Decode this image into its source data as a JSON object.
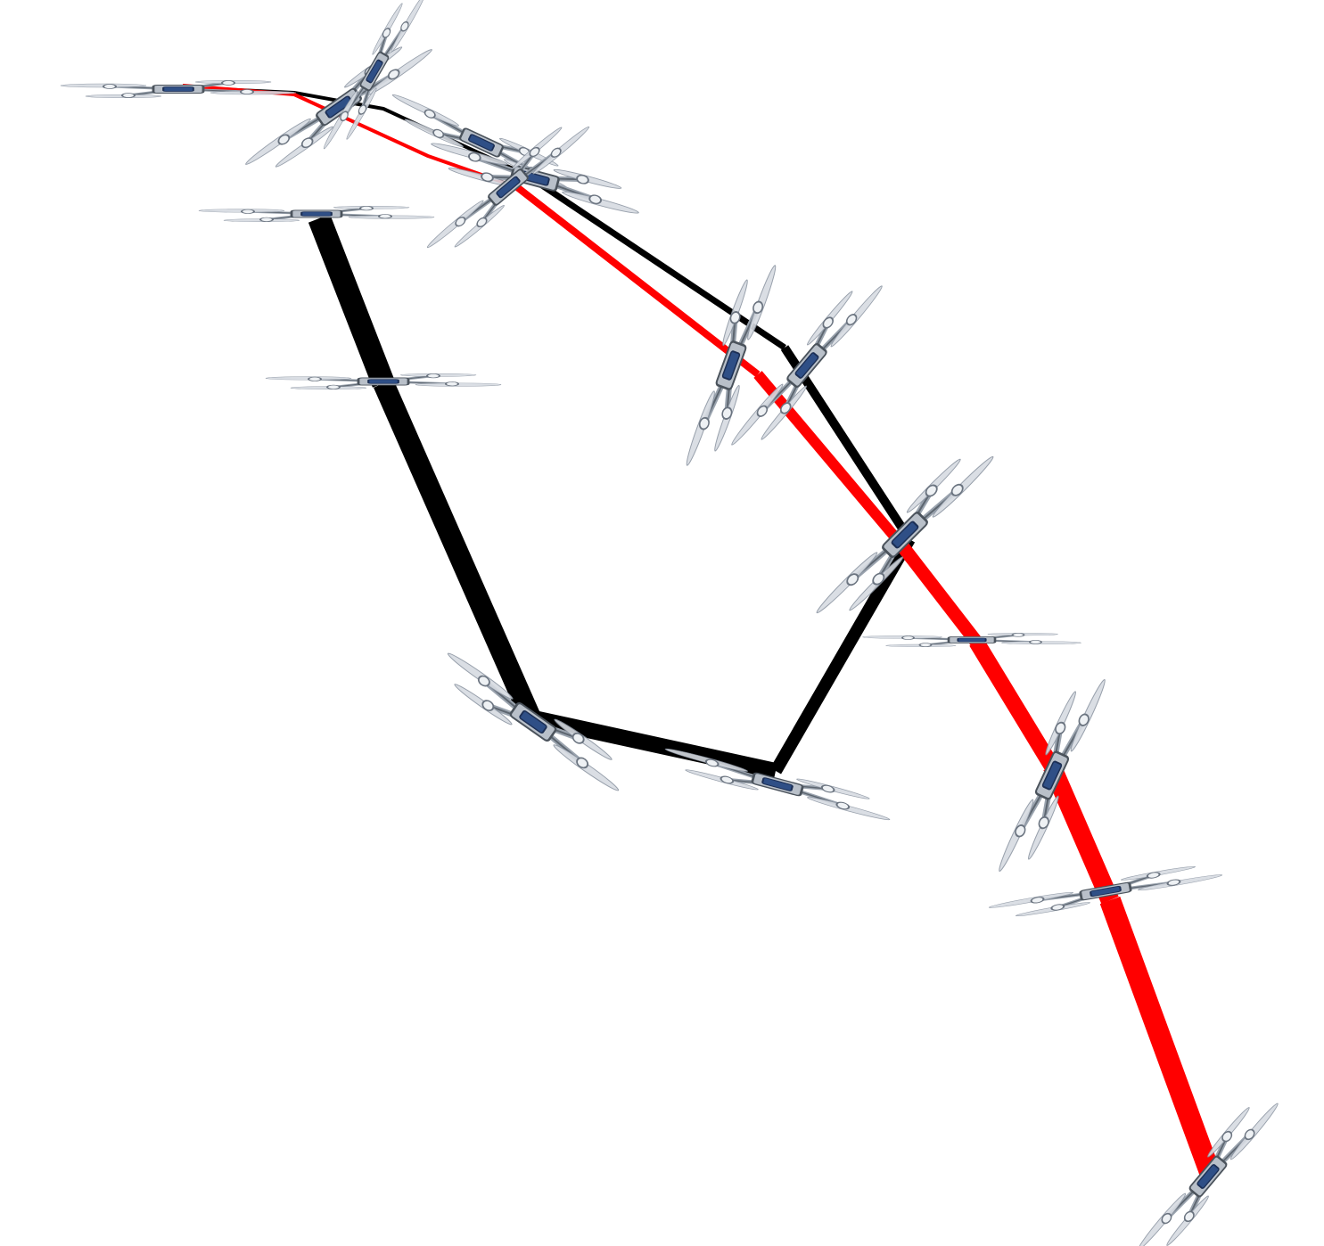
{
  "scene": {
    "background": "#ffffff",
    "description_type": "3D render of quadrotor drone trajectories",
    "trajectories": [
      {
        "id": "black-path",
        "color": "#000000"
      },
      {
        "id": "red-path",
        "color": "#ff0000"
      }
    ],
    "drone_icon": "quadrotor-drone-icon",
    "drone_colors": {
      "frame": "#b9c0c9",
      "battery": "#2f4f86",
      "propeller": "#d6dbe2"
    }
  }
}
